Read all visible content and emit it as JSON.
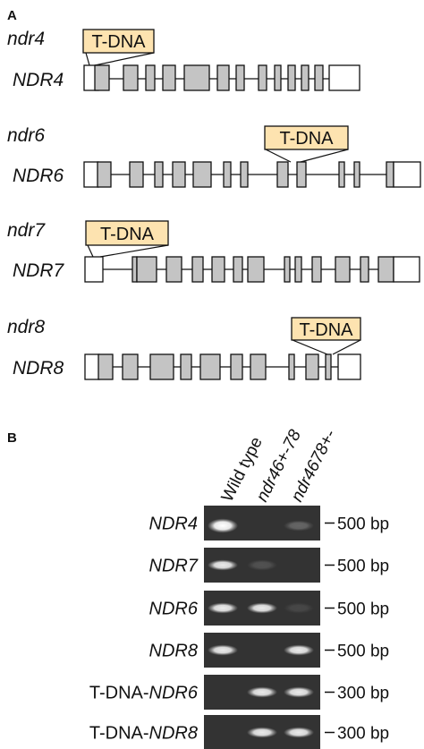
{
  "panels": {
    "a": "A",
    "b": "B"
  },
  "insert_label": "T-DNA",
  "genes": [
    {
      "allele": "ndr4",
      "gene": "NDR4"
    },
    {
      "allele": "ndr6",
      "gene": "NDR6"
    },
    {
      "allele": "ndr7",
      "gene": "NDR7"
    },
    {
      "allele": "ndr8",
      "gene": "NDR8"
    }
  ],
  "gel": {
    "lanes": [
      "Wild type",
      "ndr46+-78",
      "ndr4678+-"
    ],
    "rows": [
      {
        "prefix": "",
        "italic": "NDR4",
        "size": "500 bp",
        "bands": [
          1.0,
          0.0,
          0.25
        ]
      },
      {
        "prefix": "",
        "italic": "NDR7",
        "size": "500 bp",
        "bands": [
          0.9,
          0.15,
          0.0
        ]
      },
      {
        "prefix": "",
        "italic": "NDR6",
        "size": "500 bp",
        "bands": [
          0.9,
          0.9,
          0.1
        ]
      },
      {
        "prefix": "",
        "italic": "NDR8",
        "size": "500 bp",
        "bands": [
          0.9,
          0.0,
          0.9
        ]
      },
      {
        "prefix": "T-DNA-",
        "italic": "NDR6",
        "size": "300 bp",
        "bands": [
          0.0,
          0.9,
          0.9
        ]
      },
      {
        "prefix": "T-DNA-",
        "italic": "NDR8",
        "size": "300 bp",
        "bands": [
          0.0,
          0.9,
          0.9
        ]
      }
    ]
  },
  "colors": {
    "exon": "#c4c4c4",
    "tdna_box": "#fde3b0",
    "gel_bg": "#333333"
  }
}
